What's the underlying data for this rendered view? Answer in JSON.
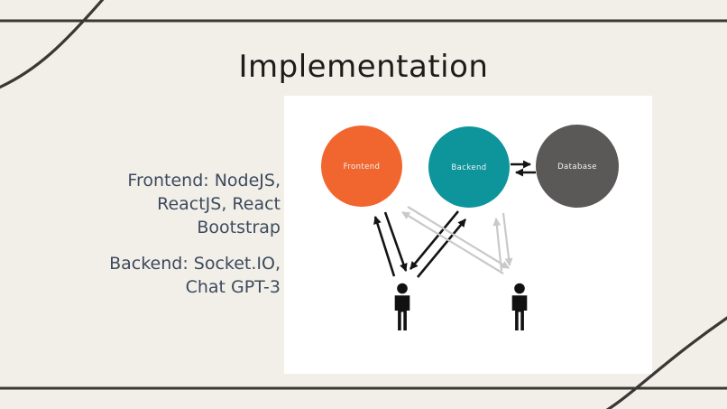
{
  "theme": {
    "background": "#F2EFE9",
    "decor_line_color": "#3A3734",
    "title_color": "#1D1C1A",
    "body_text_color": "#3D4A5C",
    "panel_color": "#FFFFFF",
    "node_label_color": "#F2F5F4"
  },
  "slide": {
    "title": "Implementation"
  },
  "text_block": {
    "paragraph1_lines": [
      "Frontend: NodeJS,",
      "ReactJS, React",
      "Bootstrap"
    ],
    "paragraph2_lines": [
      "Backend: Socket.IO,",
      "Chat GPT-3"
    ]
  },
  "diagram": {
    "nodes": [
      {
        "id": "frontend",
        "label": "Frontend",
        "color": "#F1662F"
      },
      {
        "id": "backend",
        "label": "Backend",
        "color": "#0E949B"
      },
      {
        "id": "database",
        "label": "Database",
        "color": "#5B5858"
      }
    ],
    "actors": [
      {
        "id": "user-1",
        "color": "#111111"
      },
      {
        "id": "user-2",
        "color": "#111111"
      }
    ],
    "edge_colors": {
      "primary": "#141414",
      "secondary": "#C9C9C9"
    },
    "edges": [
      {
        "from": "backend",
        "to": "database",
        "style": "primary",
        "bidirectional": true
      },
      {
        "from": "user-1",
        "to": "frontend",
        "style": "primary",
        "bidirectional": true
      },
      {
        "from": "user-1",
        "to": "backend",
        "style": "primary",
        "bidirectional": true
      },
      {
        "from": "user-2",
        "to": "frontend",
        "style": "secondary",
        "bidirectional": true
      },
      {
        "from": "user-2",
        "to": "backend",
        "style": "secondary",
        "bidirectional": true
      }
    ]
  }
}
